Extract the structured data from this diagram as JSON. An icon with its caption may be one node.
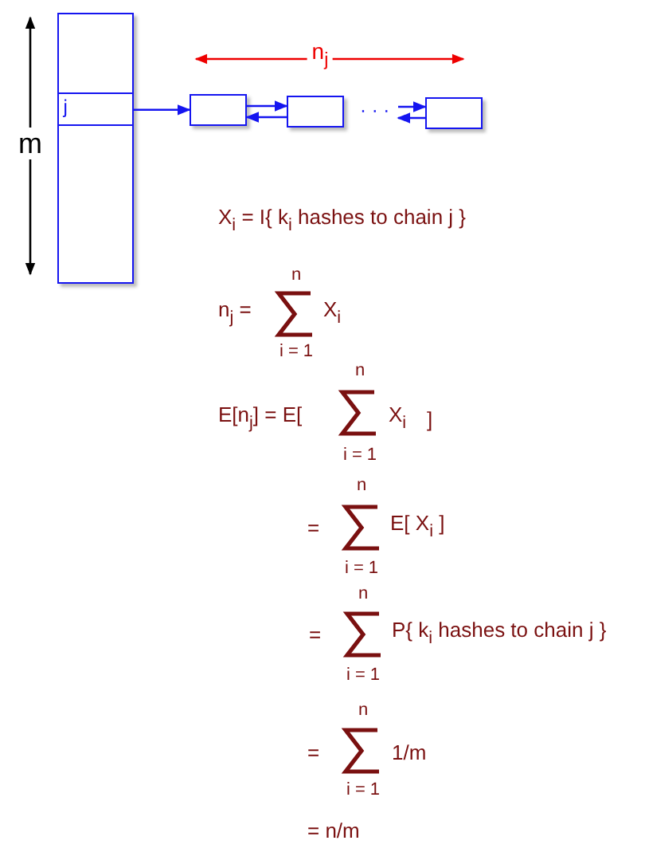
{
  "diagram": {
    "nodes": [
      {
        "text": [],
        "shape": "box"
      },
      {
        "text": [
          "j"
        ],
        "in": 0
      },
      {
        "text": [],
        "shape": "box"
      },
      {
        "text": [],
        "shape": "box"
      },
      {
        "text": [
          "· · ·"
        ]
      },
      {
        "text": [],
        "shape": "box"
      }
    ],
    "edges": [
      {
        "from": 1,
        "to": 2,
        "arrow": "to"
      },
      {
        "from": 2,
        "to": 3,
        "arrow": "to"
      },
      {
        "from": 3,
        "to": 2,
        "arrow": "to"
      },
      {
        "from": 4,
        "to": 5,
        "arrow": "to"
      },
      {
        "from": 5,
        "to": 4,
        "arrow": "to"
      }
    ],
    "labels": [
      "m",
      "n$_{j}$",
      "X$_{i}$ = I{ k$_{i}$ hashes to chain j }",
      "n",
      "n$_{j}$ =",
      "X$_{i}$",
      "i = 1",
      "n",
      "E[n$_{j}$] =  E[",
      "X$_{i}$",
      "]",
      "i = 1",
      "n",
      "=",
      "E[ X$_{i}$ ]",
      "i = 1",
      "n",
      "=",
      "P{ k$_{i}$ hashes to chain j }",
      "i = 1",
      "n",
      "=",
      "1/m",
      "i = 1",
      "= n/m"
    ]
  }
}
